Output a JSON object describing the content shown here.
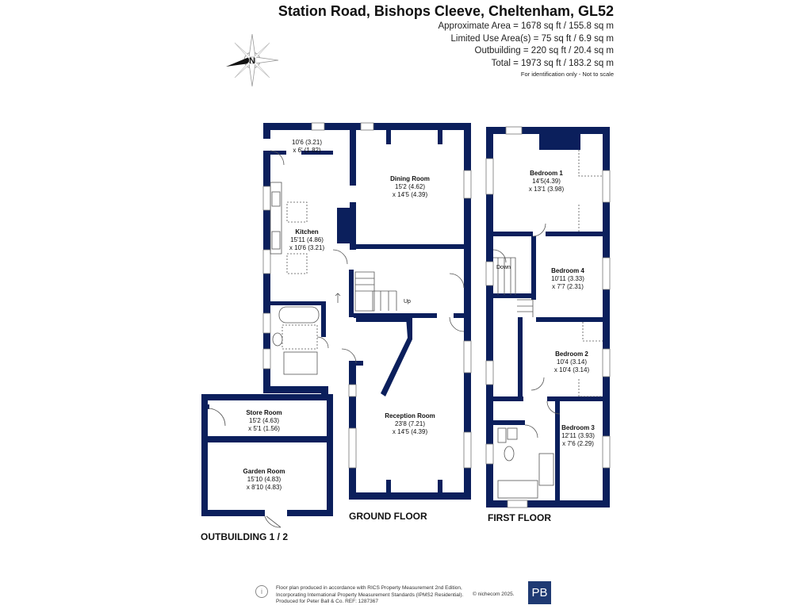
{
  "header": {
    "title": "Station Road, Bishops Cleeve, Cheltenham, GL52",
    "area_lines": [
      "Approximate Area = 1678 sq ft / 155.8 sq m",
      "Limited Use Area(s) = 75 sq ft / 6.9 sq m",
      "Outbuilding = 220 sq ft / 20.4 sq m",
      "Total = 1973 sq ft / 183.2 sq m"
    ],
    "note": "For identification only - Not to scale"
  },
  "compass": {
    "letter": "N"
  },
  "floors": {
    "ground": "GROUND FLOOR",
    "first": "FIRST FLOOR",
    "outbuilding": "OUTBUILDING 1 / 2"
  },
  "rooms": {
    "utility": {
      "dim1": "10'6 (3.21)",
      "dim2": "x 6' (1.82)"
    },
    "dining": {
      "name": "Dining Room",
      "dim1": "15'2 (4.62)",
      "dim2": "x 14'5 (4.39)"
    },
    "kitchen": {
      "name": "Kitchen",
      "dim1": "15'11 (4.86)",
      "dim2": "x 10'6 (3.21)"
    },
    "reception": {
      "name": "Reception Room",
      "dim1": "23'8 (7.21)",
      "dim2": "x 14'5 (4.39)"
    },
    "bed1": {
      "name": "Bedroom 1",
      "dim1": "14'5(4.39)",
      "dim2": "x 13'1 (3.98)"
    },
    "bed4": {
      "name": "Bedroom 4",
      "dim1": "10'11 (3.33)",
      "dim2": "x 7'7 (2.31)"
    },
    "bed2": {
      "name": "Bedroom 2",
      "dim1": "10'4 (3.14)",
      "dim2": "x 10'4 (3.14)"
    },
    "bed3": {
      "name": "Bedroom 3",
      "dim1": "12'11 (3.93)",
      "dim2": "x 7'6 (2.29)"
    },
    "store": {
      "name": "Store Room",
      "dim1": "15'2 (4.63)",
      "dim2": "x 5'1 (1.56)"
    },
    "garden": {
      "name": "Garden Room",
      "dim1": "15'10 (4.83)",
      "dim2": "x 8'10 (4.83)"
    }
  },
  "stairs": {
    "up": "Up",
    "down": "Down"
  },
  "footer": {
    "lines": [
      "Floor plan produced in accordance with RICS Property Measurement 2nd Edition,",
      "Incorporating International Property Measurement Standards (IPMS2 Residential).",
      "Produced for Peter Ball & Co.   REF: 1287367"
    ],
    "copyright": "© nichecom 2025.",
    "logo": "PB"
  },
  "colors": {
    "wall": "#0b1f5c",
    "logo": "#1f3a73"
  }
}
